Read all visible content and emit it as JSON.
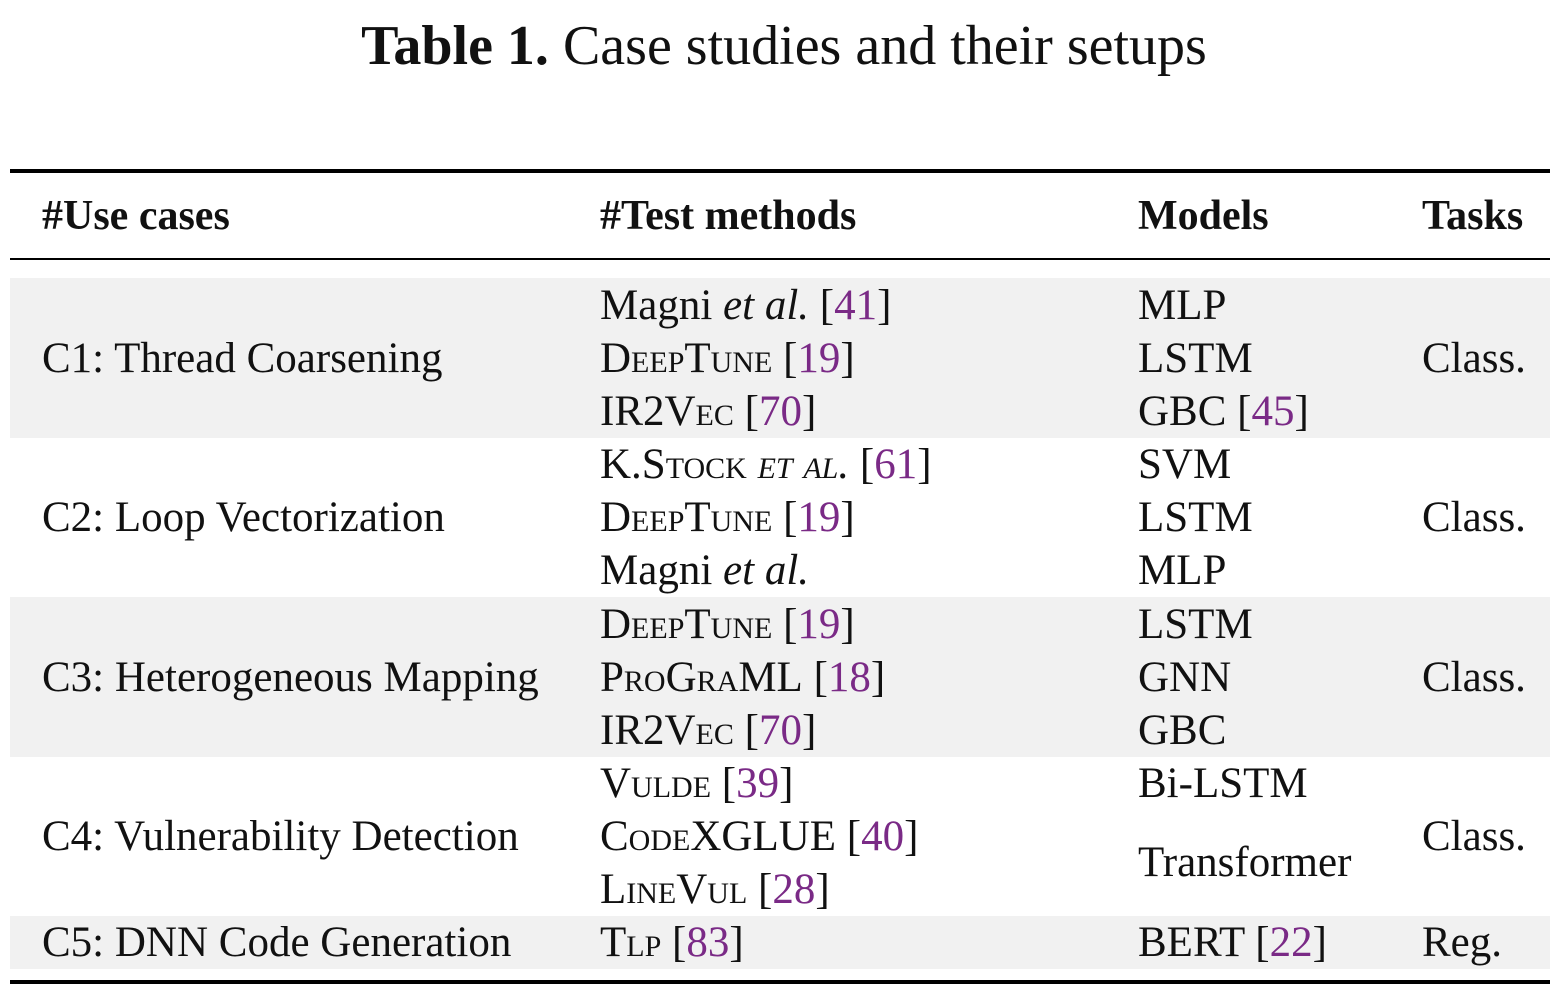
{
  "caption": {
    "label": "Table 1.",
    "text": "Case studies and their setups"
  },
  "headers": {
    "use_cases": "#Use cases",
    "test_methods": "#Test methods",
    "models": "Models",
    "tasks": "Tasks"
  },
  "groups": [
    {
      "use_case": "C1: Thread Coarsening",
      "task": "Class.",
      "methods": [
        {
          "name": "Magni ",
          "suffix": "et al.",
          "ref": "41"
        },
        {
          "name": "DeepTune",
          "ref": "19"
        },
        {
          "name": "IR2Vec",
          "ref": "70"
        }
      ],
      "models": [
        {
          "name": "MLP"
        },
        {
          "name": "LSTM"
        },
        {
          "name": "GBC",
          "ref": "45"
        }
      ]
    },
    {
      "use_case": "C2: Loop Vectorization",
      "task": "Class.",
      "methods": [
        {
          "name": "K.Stock",
          "suffix": "et al.",
          "ref": "61"
        },
        {
          "name": "DeepTune",
          "ref": "19"
        },
        {
          "name": "Magni ",
          "suffix": "et al."
        }
      ],
      "models": [
        {
          "name": "SVM"
        },
        {
          "name": "LSTM"
        },
        {
          "name": "MLP"
        }
      ]
    },
    {
      "use_case": "C3: Heterogeneous Mapping",
      "task": "Class.",
      "methods": [
        {
          "name": "DeepTune",
          "ref": "19"
        },
        {
          "name": "ProGraML",
          "ref": "18"
        },
        {
          "name": "IR2Vec",
          "ref": "70"
        }
      ],
      "models": [
        {
          "name": "LSTM"
        },
        {
          "name": "GNN"
        },
        {
          "name": "GBC"
        }
      ]
    },
    {
      "use_case": "C4: Vulnerability Detection",
      "task": "Class.",
      "methods": [
        {
          "name": "Vulde",
          "ref": "39"
        },
        {
          "name": "CodeXGLUE",
          "ref": "40"
        },
        {
          "name": "LineVul",
          "ref": "28"
        }
      ],
      "models": [
        {
          "name": "Bi-LSTM"
        },
        {
          "name": "Transformer"
        }
      ]
    },
    {
      "use_case": "C5: DNN Code Generation",
      "task": "Reg.",
      "methods": [
        {
          "name": "Tlp",
          "ref": "83"
        }
      ],
      "models": [
        {
          "name": "BERT",
          "ref": "22"
        }
      ]
    }
  ]
}
